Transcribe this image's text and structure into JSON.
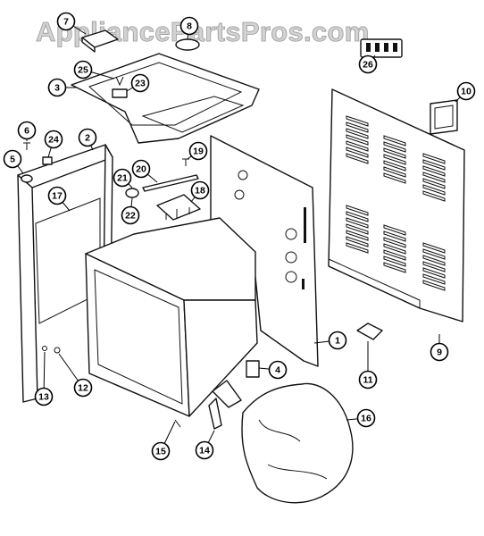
{
  "watermark": "AppliancePartsPros.com",
  "callouts": [
    {
      "label": "1"
    },
    {
      "label": "2"
    },
    {
      "label": "3"
    },
    {
      "label": "4"
    },
    {
      "label": "5"
    },
    {
      "label": "6"
    },
    {
      "label": "7"
    },
    {
      "label": "8"
    },
    {
      "label": "9"
    },
    {
      "label": "10"
    },
    {
      "label": "11"
    },
    {
      "label": "12"
    },
    {
      "label": "13"
    },
    {
      "label": "14"
    },
    {
      "label": "15"
    },
    {
      "label": "16"
    },
    {
      "label": "17"
    },
    {
      "label": "18"
    },
    {
      "label": "19"
    },
    {
      "label": "20"
    },
    {
      "label": "21"
    },
    {
      "label": "22"
    },
    {
      "label": "23"
    },
    {
      "label": "24"
    },
    {
      "label": "25"
    },
    {
      "label": "26"
    }
  ]
}
